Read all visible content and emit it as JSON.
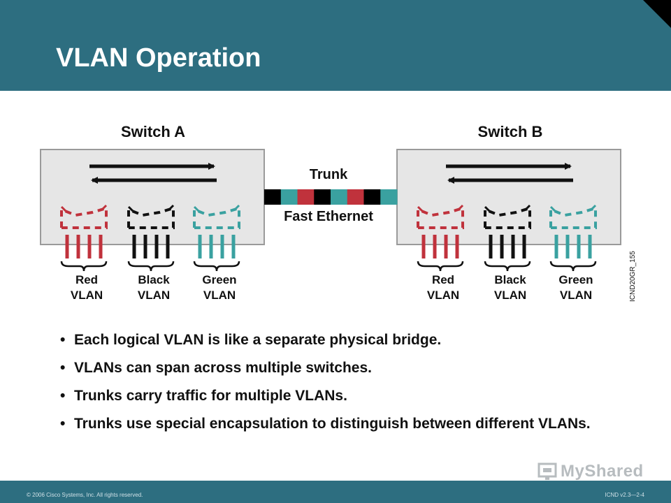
{
  "slide": {
    "title": "VLAN Operation"
  },
  "diagram": {
    "switch_a_label": "Switch A",
    "switch_b_label": "Switch B",
    "trunk_label": "Trunk",
    "link_label": "Fast Ethernet",
    "figure_id": "ICND20GR_155",
    "vlans": [
      {
        "name": "Red",
        "suffix": "VLAN",
        "color": "#c0323c"
      },
      {
        "name": "Black",
        "suffix": "VLAN",
        "color": "#111111"
      },
      {
        "name": "Green",
        "suffix": "VLAN",
        "color": "#3aa1a0"
      }
    ],
    "trunk_segment_colors": [
      "#000000",
      "#3aa1a0",
      "#c0323c",
      "#000000",
      "#3aa1a0",
      "#c0323c",
      "#000000",
      "#3aa1a0"
    ]
  },
  "bullets": [
    "Each logical VLAN is like a separate physical bridge.",
    "VLANs can span across multiple switches.",
    "Trunks carry traffic for multiple VLANs.",
    "Trunks use special encapsulation to distinguish between different VLANs."
  ],
  "footer": {
    "copyright": "© 2006 Cisco Systems, Inc. All rights reserved.",
    "course_code": "ICND v2.3—2-4"
  },
  "watermark": {
    "text": "MyShared"
  },
  "colors": {
    "header": "#2d6e80",
    "switch_fill": "#e6e6e6",
    "switch_border": "#9a9a9a"
  }
}
